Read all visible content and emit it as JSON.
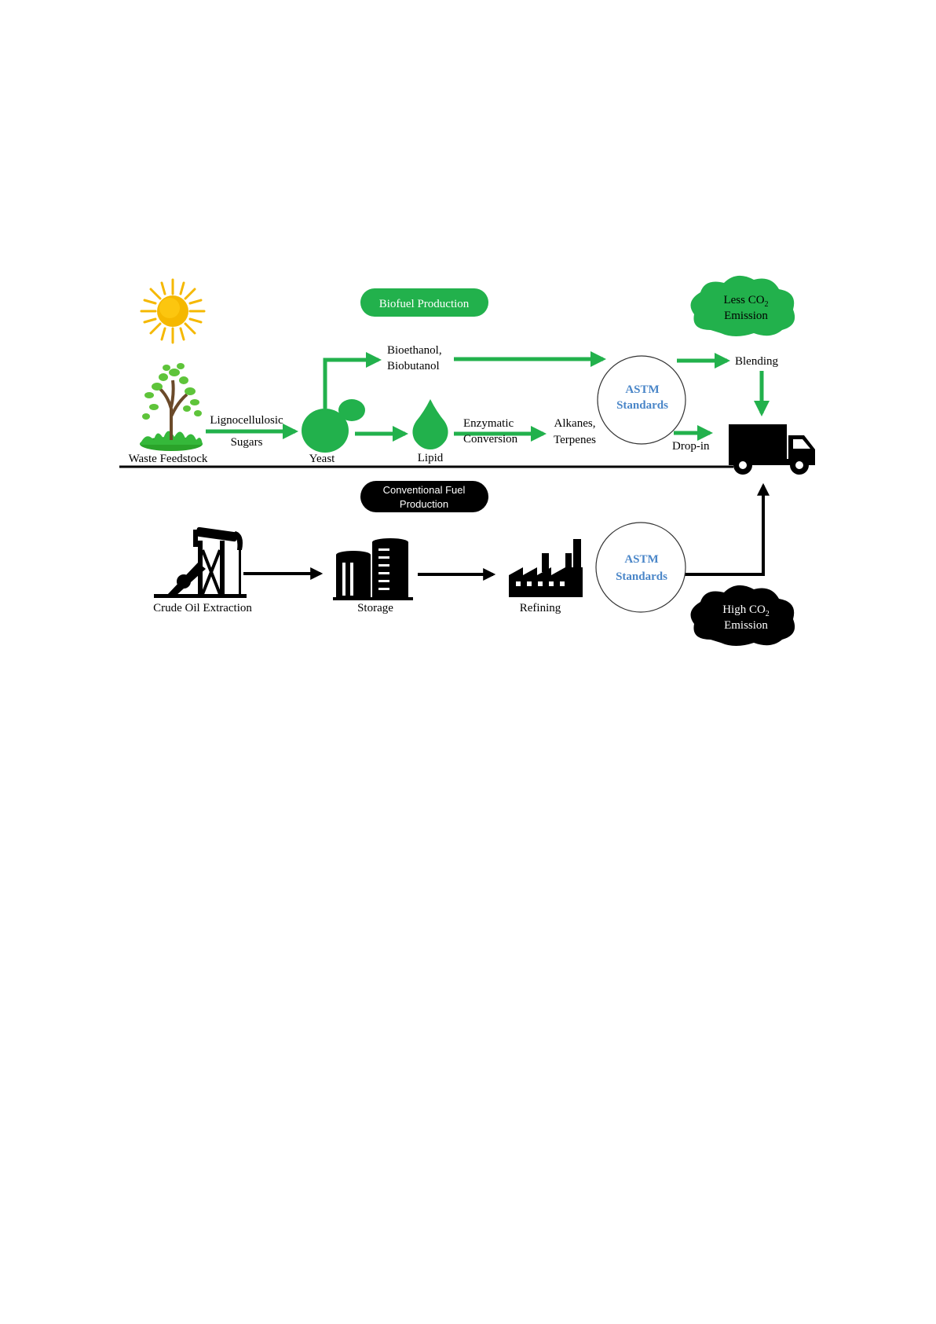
{
  "colors": {
    "green": "#22b14c",
    "green_dark": "#1a9e40",
    "black": "#000000",
    "astm_blue": "#4a86c8",
    "sun": "#f5b800"
  },
  "biofuel": {
    "banner": "Biofuel Production",
    "waste_feedstock": "Waste Feedstock",
    "ligno_line1": "Lignocellulosic",
    "ligno_line2": "Sugars",
    "yeast": "Yeast",
    "bioethanol_line1": "Bioethanol,",
    "bioethanol_line2": "Biobutanol",
    "lipid": "Lipid",
    "enzymatic_line1": "Enzymatic",
    "enzymatic_line2": "Conversion",
    "alkanes_line1": "Alkanes,",
    "alkanes_line2": "Terpenes",
    "astm_line1": "ASTM",
    "astm_line2": "Standards",
    "blending": "Blending",
    "drop_in": "Drop-in",
    "cloud_line1": "Less CO",
    "cloud_sub": "2",
    "cloud_line2": "Emission"
  },
  "conventional": {
    "banner_line1": "Conventional Fuel",
    "banner_line2": "Production",
    "crude": "Crude Oil Extraction",
    "storage": "Storage",
    "refining": "Refining",
    "astm_line1": "ASTM",
    "astm_line2": "Standards",
    "cloud_line1": "High CO",
    "cloud_sub": "2",
    "cloud_line2": "Emission"
  },
  "icons": {
    "sun": "sun-icon",
    "plant": "plant-icon",
    "yeast": "yeast-cell-icon",
    "lipid": "lipid-drop-icon",
    "truck": "truck-icon",
    "pumpjack": "oil-pumpjack-icon",
    "storage": "storage-tanks-icon",
    "factory": "refinery-factory-icon",
    "cloud": "cloud-icon"
  }
}
